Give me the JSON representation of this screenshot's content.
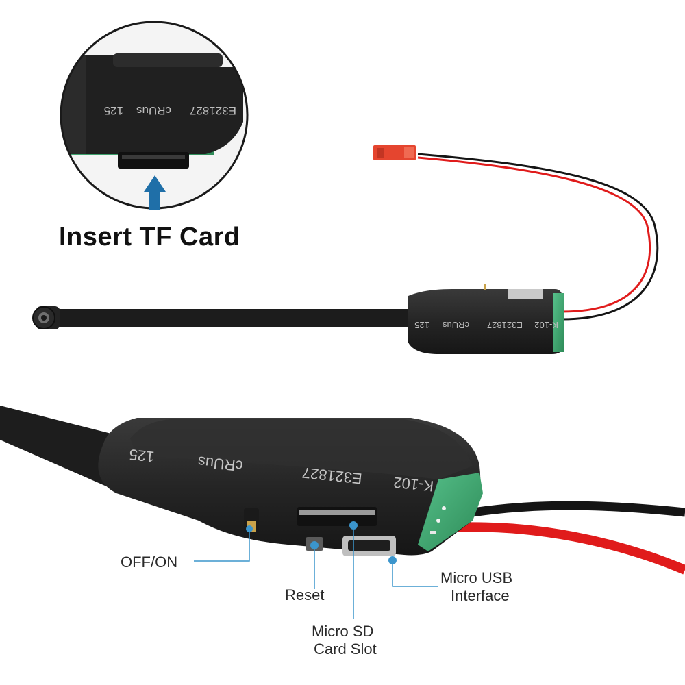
{
  "caption": {
    "insert_tf_card": "Insert TF Card"
  },
  "callouts": {
    "off_on": "OFF/ON",
    "reset": "Reset",
    "micro_sd_line1": "Micro SD",
    "micro_sd_line2": "Card Slot",
    "micro_usb_line1": "Micro USB",
    "micro_usb_line2": "Interface"
  },
  "product_markings": {
    "model": "K-102",
    "cert_number": "E321827",
    "cert_mark": "cRUus",
    "partial_mark": "125"
  },
  "colors": {
    "callout_blue": "#3b95cc",
    "arrow_blue": "#1f6fa8",
    "wire_red": "#e01b1b",
    "wire_black": "#151515",
    "connector_red": "#e5452f",
    "pcb_green": "#3aa36b"
  }
}
